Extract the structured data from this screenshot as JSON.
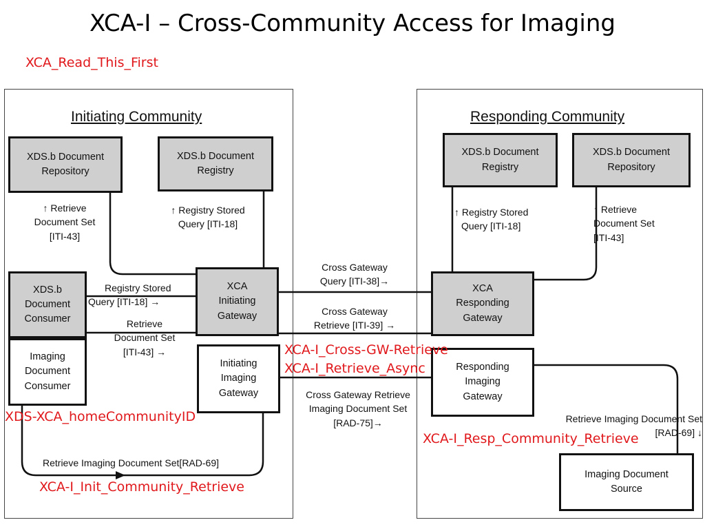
{
  "title": "XCA-I – Cross-Community Access for Imaging",
  "links": {
    "read_first": "XCA_Read_This_First",
    "cross_gw_retrieve": "XCA-I_Cross-GW-Retrieve",
    "retrieve_async": "XCA-I_Retrieve_Async",
    "home_community_id": "XDS-XCA_homeCommunityID",
    "resp_community_retrieve": "XCA-I_Resp_Community_Retrieve",
    "init_community_retrieve": "XCA-I_Init_Community_Retrieve"
  },
  "initiating": {
    "heading": "Initiating Community",
    "repository": [
      "XDS.b Document",
      "Repository"
    ],
    "registry": [
      "XDS.b Document",
      "Registry"
    ],
    "retrieve_label": [
      "↑ Retrieve",
      "Document Set",
      "[ITI-43]"
    ],
    "registry_query_label": [
      "↑ Registry Stored",
      "Query [ITI-18]"
    ],
    "consumer": [
      "XDS.b",
      "Document",
      "Consumer"
    ],
    "consumer_query_label": [
      "Registry Stored",
      "Query [ITI-18] →"
    ],
    "consumer_retrieve_label": [
      "Retrieve",
      "Document Set",
      "[ITI-43] →"
    ],
    "gateway": [
      "XCA",
      "Initiating",
      "Gateway"
    ],
    "imaging_consumer": [
      "Imaging",
      "Document",
      "Consumer"
    ],
    "imaging_gateway": [
      "Initiating",
      "Imaging",
      "Gateway"
    ],
    "rad69_label": "Retrieve Imaging Document Set[RAD-69]"
  },
  "cross": {
    "query_label": [
      "Cross Gateway",
      "Query [ITI-38]→"
    ],
    "retrieve_label": [
      "Cross Gateway",
      "Retrieve [ITI-39] →"
    ],
    "imaging_label": [
      "Cross Gateway Retrieve",
      "Imaging Document Set",
      "[RAD-75]→"
    ]
  },
  "responding": {
    "heading": "Responding Community",
    "registry": [
      "XDS.b Document",
      "Registry"
    ],
    "repository": [
      "XDS.b Document",
      "Repository"
    ],
    "registry_query_label": [
      "↑ Registry Stored",
      "Query [ITI-18]"
    ],
    "retrieve_label": [
      "↑ Retrieve",
      "Document Set",
      "[ITI-43]"
    ],
    "gateway": [
      "XCA",
      "Responding",
      "Gateway"
    ],
    "imaging_gateway": [
      "Responding",
      "Imaging",
      "Gateway"
    ],
    "rad69_label": [
      "Retrieve Imaging Document Set",
      "[RAD-69] ↓"
    ],
    "imaging_source": [
      "Imaging Document",
      "Source"
    ]
  }
}
